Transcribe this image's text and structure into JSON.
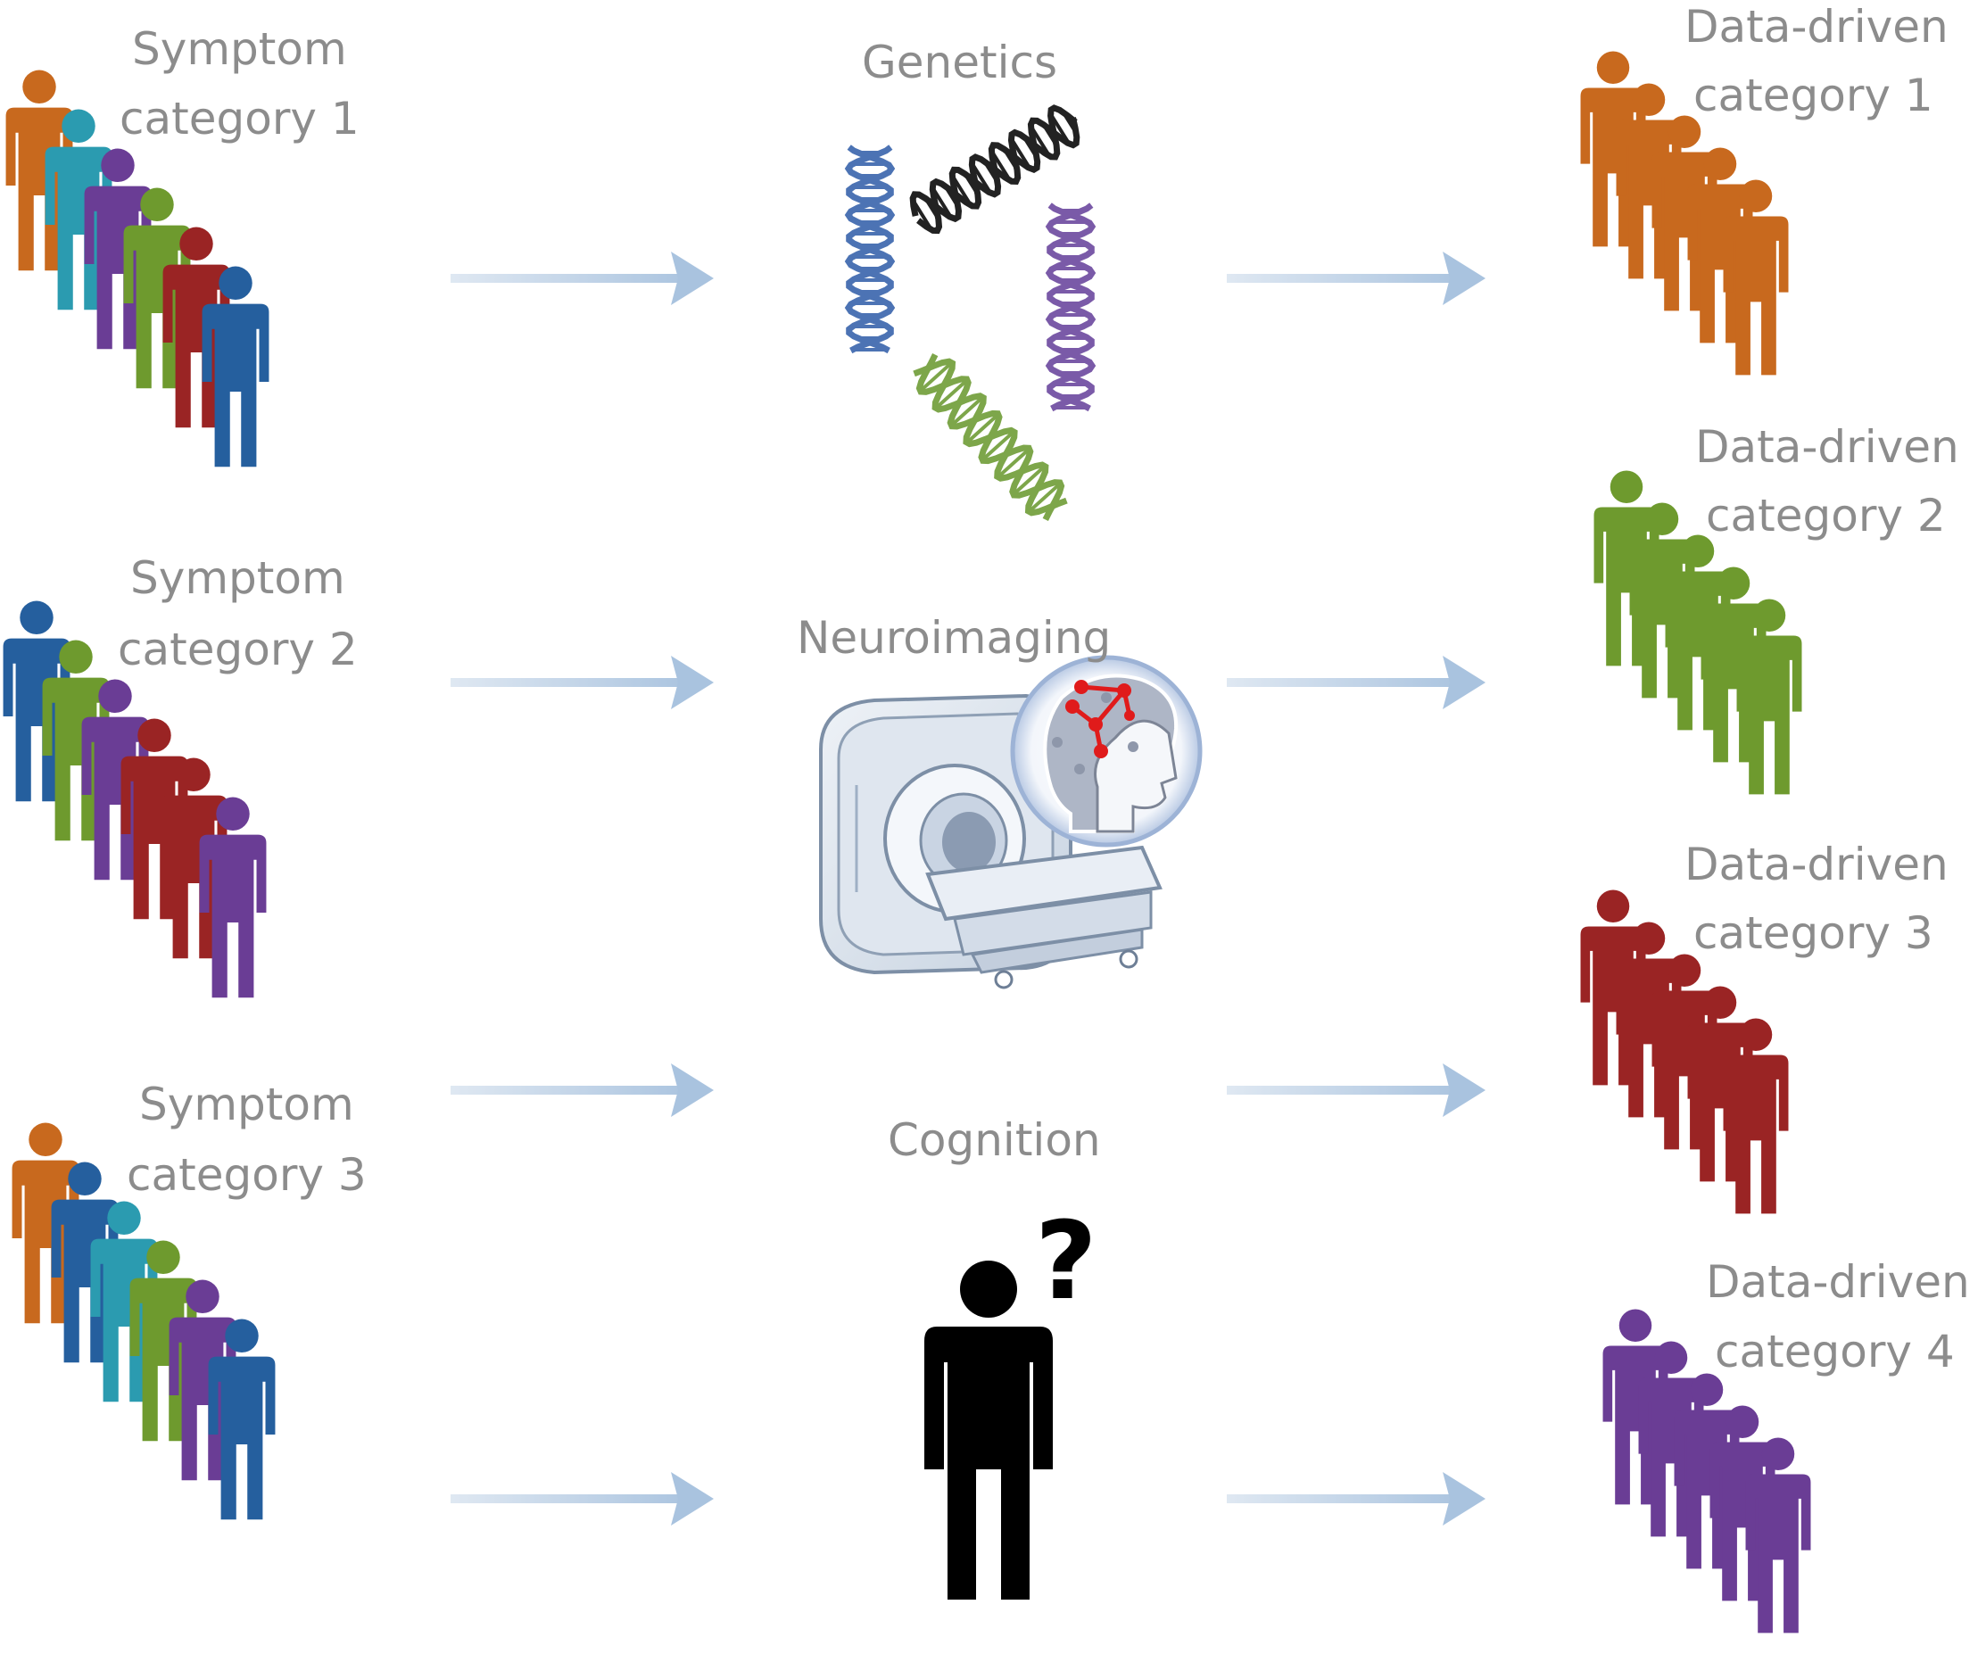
{
  "colors": {
    "orange": "#c8691e",
    "teal": "#2b9bb0",
    "purple": "#6a3d95",
    "green": "#6e9a2e",
    "red": "#9a2424",
    "blue": "#255f9e",
    "arrow": "#a9c3df",
    "label": "#8c8c8c"
  },
  "left_groups": [
    {
      "line1": "Symptom",
      "line2": "category 1",
      "people": [
        "orange",
        "teal",
        "purple",
        "green",
        "red",
        "blue"
      ]
    },
    {
      "line1": "Symptom",
      "line2": "category 2",
      "people": [
        "blue",
        "green",
        "purple",
        "red",
        "red",
        "purple"
      ]
    },
    {
      "line1": "Symptom",
      "line2": "category 3",
      "people": [
        "orange",
        "blue",
        "teal",
        "green",
        "purple",
        "blue"
      ]
    }
  ],
  "modalities": {
    "genetics": "Genetics",
    "neuroimaging": "Neuroimaging",
    "cognition": "Cognition",
    "cognition_glyph": "?"
  },
  "right_groups": [
    {
      "line1": "Data-driven",
      "line2": "category 1",
      "color": "orange"
    },
    {
      "line1": "Data-driven",
      "line2": "category 2",
      "color": "green"
    },
    {
      "line1": "Data-driven",
      "line2": "category 3",
      "color": "red"
    },
    {
      "line1": "Data-driven",
      "line2": "category 4",
      "color": "purple"
    }
  ],
  "icons": {
    "left_person": "person-icon",
    "right_person": "person-icon",
    "genetics": "dna-helix-icon",
    "neuroimaging": "mri-scanner-icon",
    "brain": "brain-network-icon",
    "cognition": "thinking-person-icon",
    "arrow": "arrow-right-icon"
  }
}
